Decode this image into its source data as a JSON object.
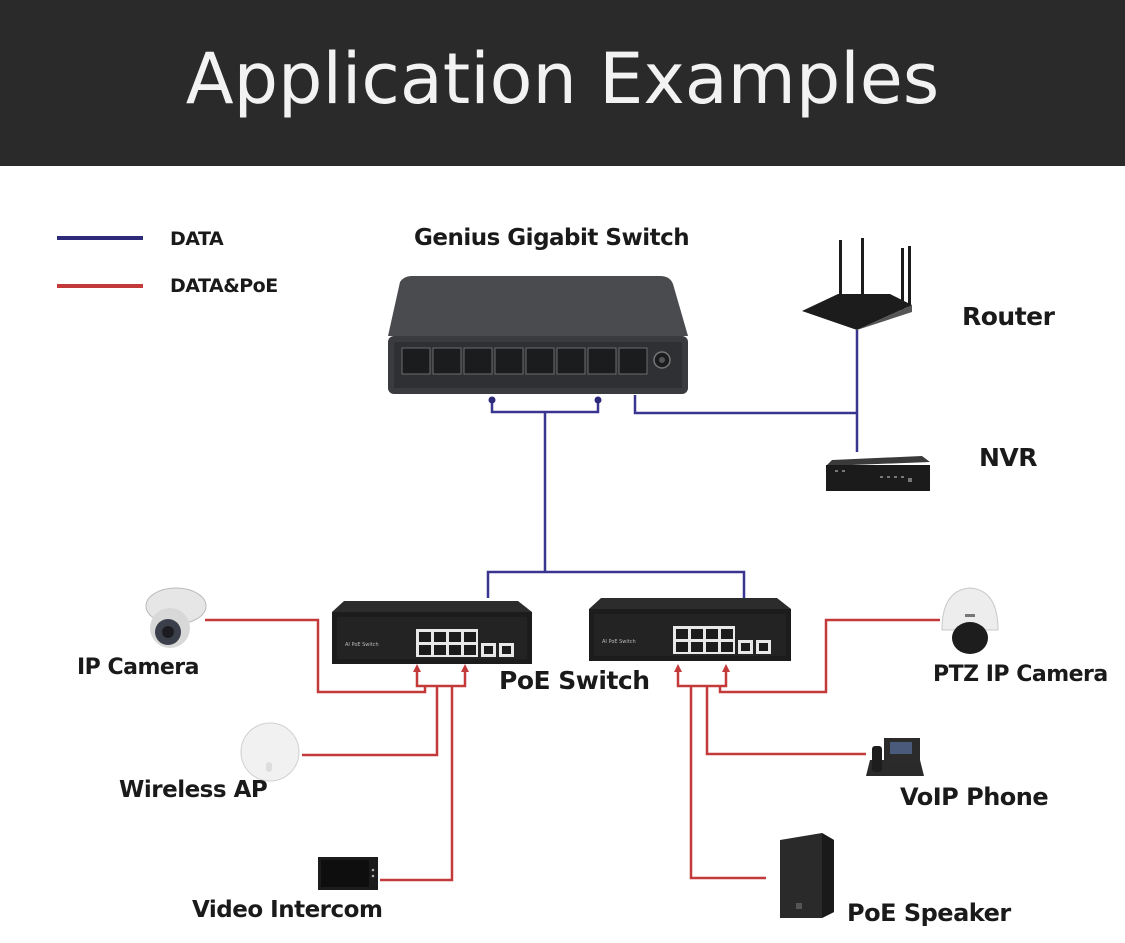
{
  "header": {
    "title": "Application Examples"
  },
  "legend": [
    {
      "label": "DATA",
      "color": "#2e2a7a"
    },
    {
      "label": "DATA&PoE",
      "color": "#c43a3a"
    }
  ],
  "devices": {
    "core_switch": "Genius Gigabit Switch",
    "router": "Router",
    "nvr": "NVR",
    "poe_switch": "PoE Switch",
    "poe_switch_panel_text": "AI PoE Switch",
    "ip_camera": "IP Camera",
    "wireless_ap": "Wireless AP",
    "video_intercom": "Video Intercom",
    "ptz_camera": "PTZ IP Camera",
    "voip_phone": "VoIP Phone",
    "poe_speaker": "PoE Speaker"
  }
}
